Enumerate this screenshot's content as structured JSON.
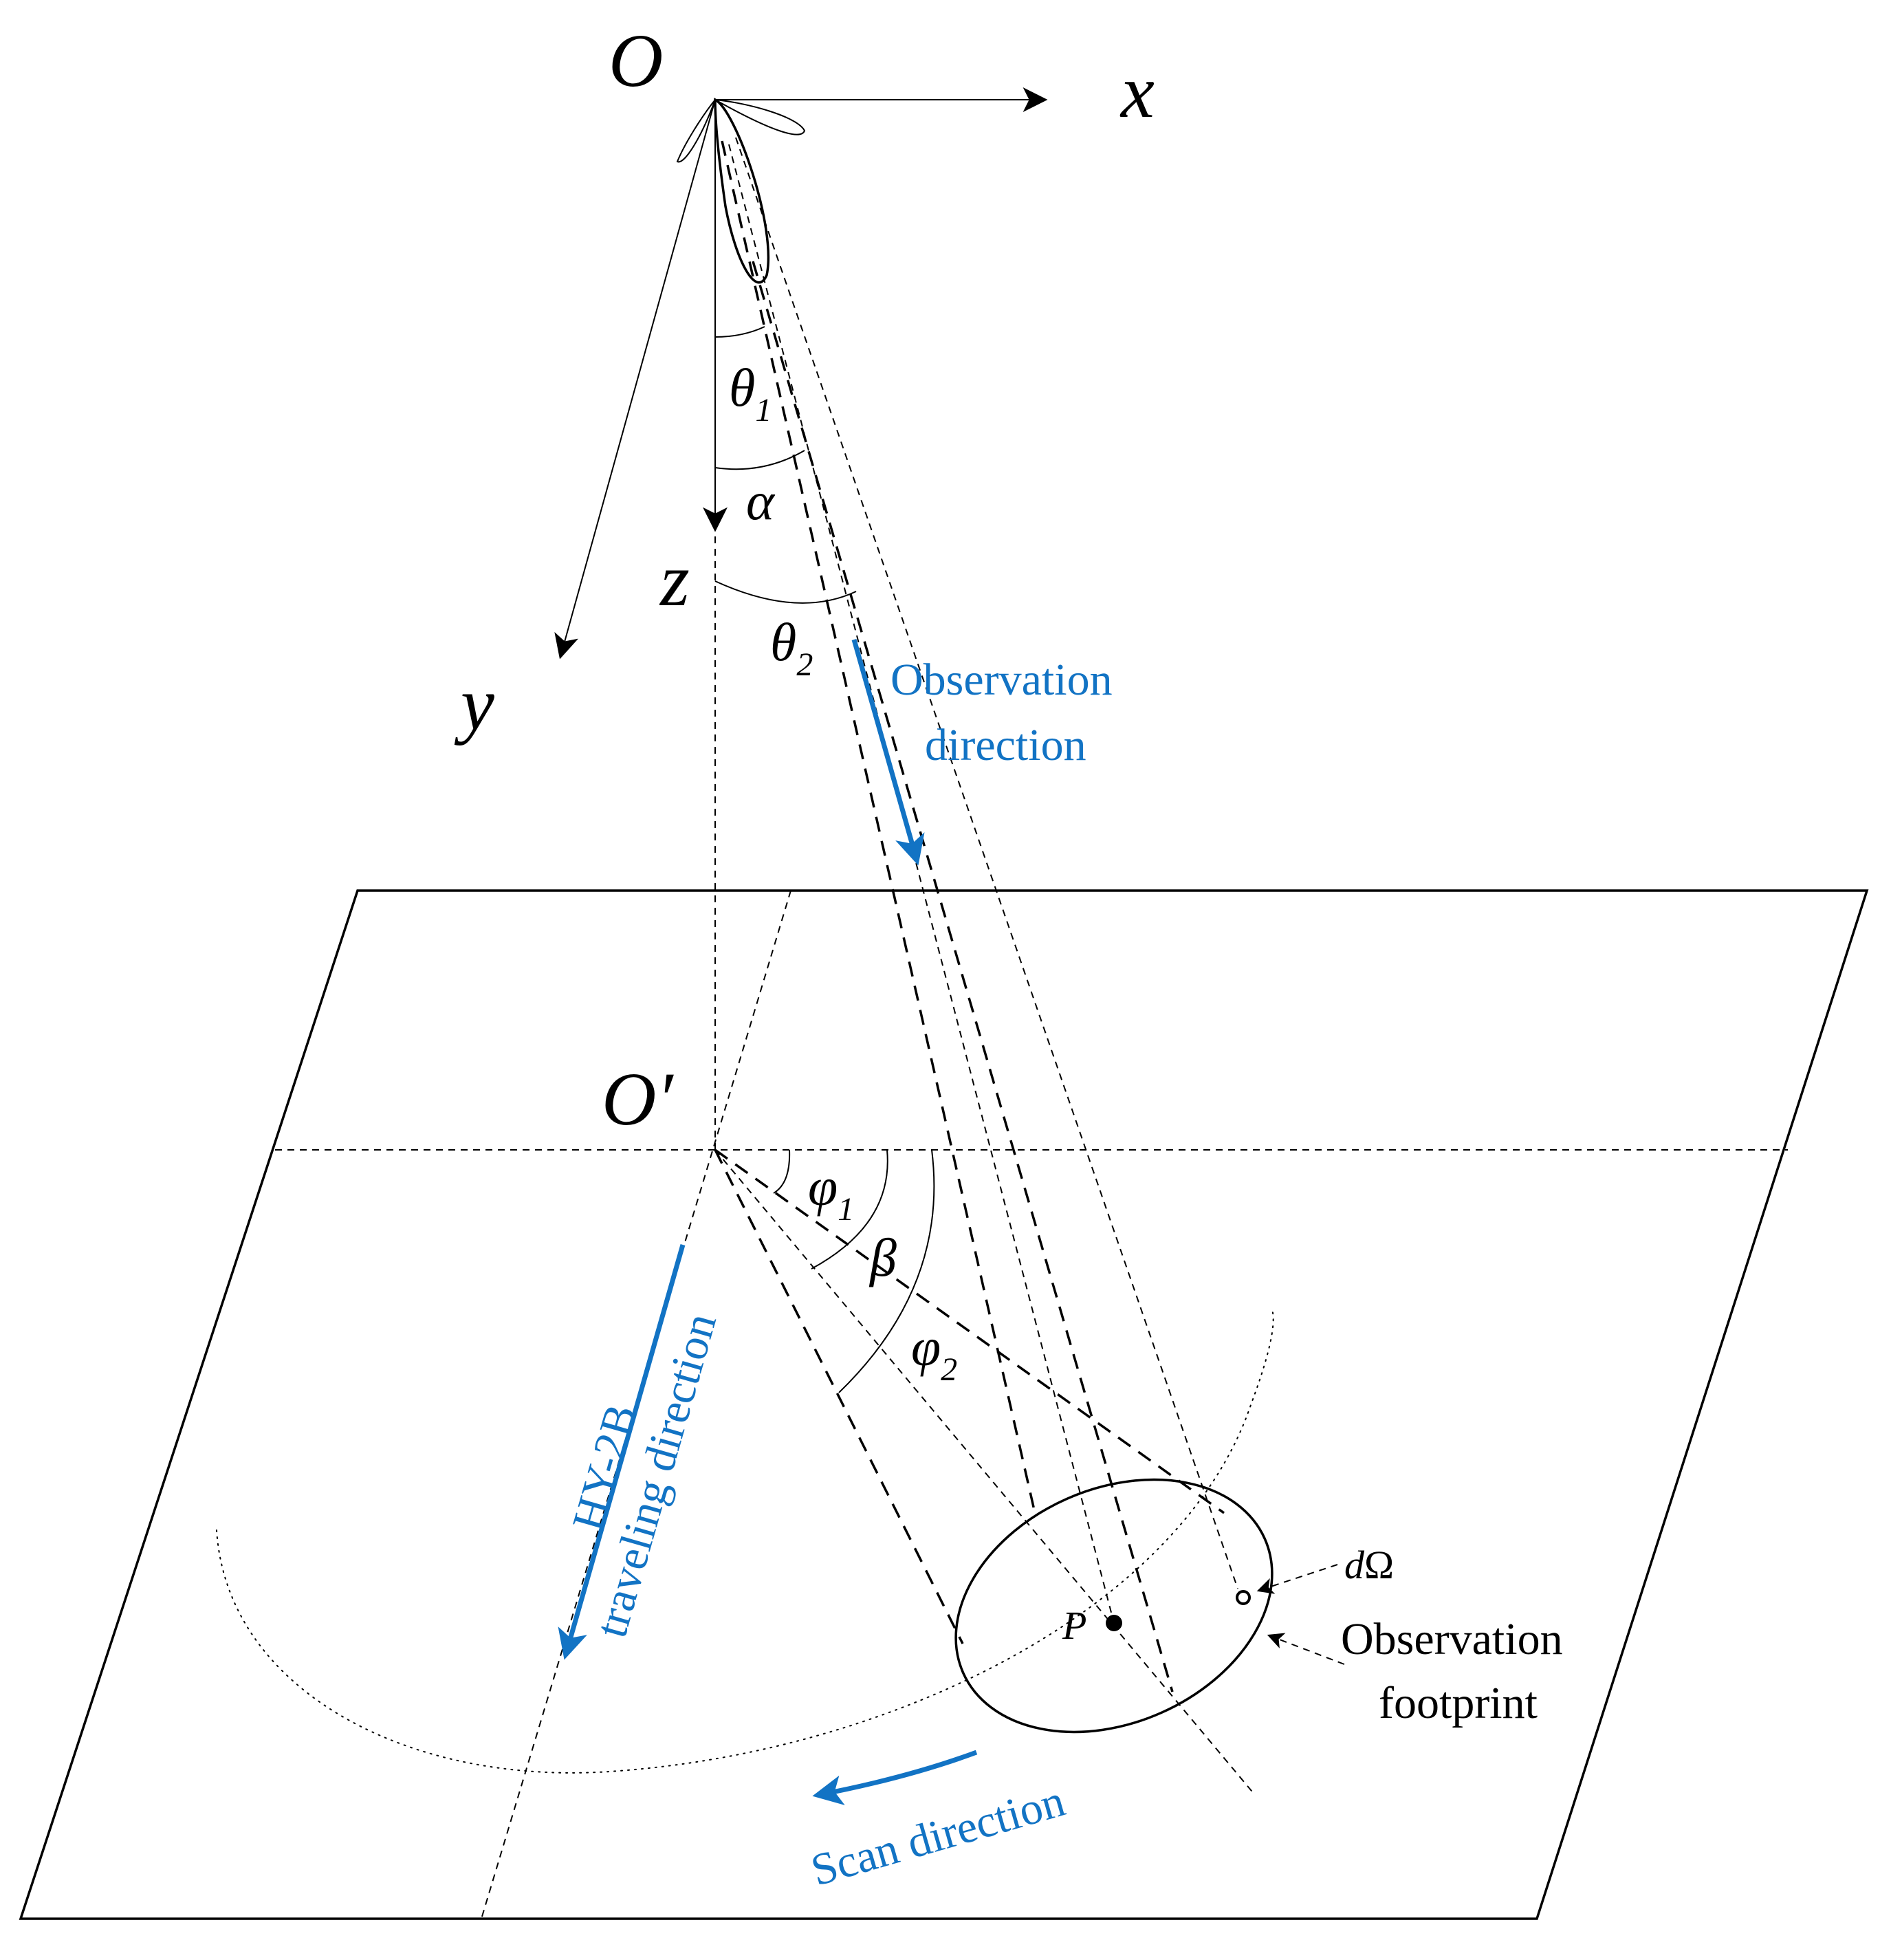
{
  "axes": {
    "origin": "O",
    "x": "x",
    "y": "y",
    "z": "z",
    "ground_origin": "O′"
  },
  "angles": {
    "theta": "θ",
    "theta1_sub": "1",
    "theta2_sub": "2",
    "alpha": "α",
    "beta": "β",
    "phi": "φ",
    "phi1_sub": "1",
    "phi2_sub": "2"
  },
  "labels": {
    "observation_direction_line1": "Observation",
    "observation_direction_line2": "direction",
    "travel_line1": "HY-2B",
    "travel_line2": "traveling direction",
    "scan_direction": "Scan direction",
    "point_p": "P",
    "d_omega_d": "d",
    "d_omega_symbol": "Ω",
    "footprint_line1": "Observation",
    "footprint_line2": "footprint"
  },
  "colors": {
    "accent_blue": "#1273c4",
    "line": "#000000"
  }
}
